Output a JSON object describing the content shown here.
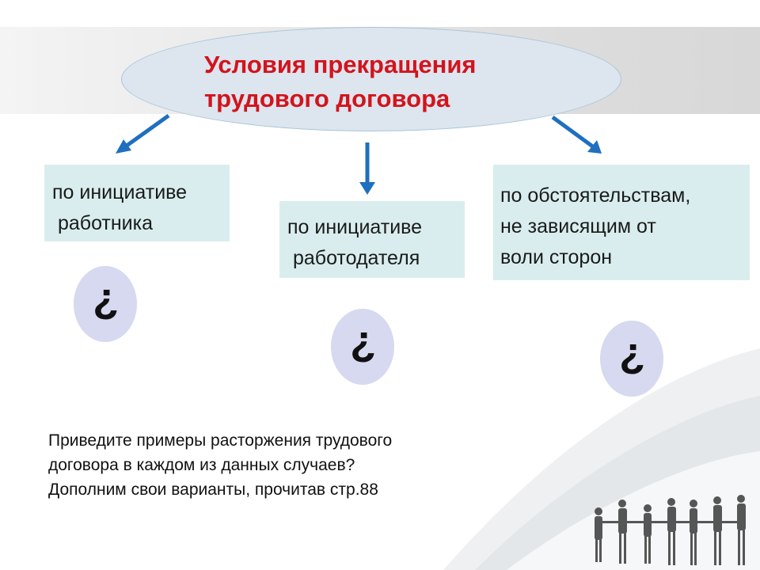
{
  "title": {
    "line1": "Условия прекращения",
    "line2": "трудового договора"
  },
  "branches": {
    "employee": {
      "line1": "по инициативе",
      "line2": " работника"
    },
    "employer": {
      "line1": "по инициативе",
      "line2": " работодателя"
    },
    "circumstances": {
      "line1": "по обстоятельствам,",
      "line2": "не зависящим от",
      "line3": "воли сторон"
    }
  },
  "question_mark": "?",
  "task": {
    "line1": "Приведите примеры расторжения трудового",
    "line2": "договора в каждом из данных случаев?",
    "line3": "Дополним свои варианты, прочитав стр.88"
  },
  "colors": {
    "title": "#d2141c",
    "arrow": "#1f6fc0",
    "box_fill": "#d9edee",
    "oval_fill": "#dde5ef",
    "bubble_fill": "#d6d9ef"
  }
}
